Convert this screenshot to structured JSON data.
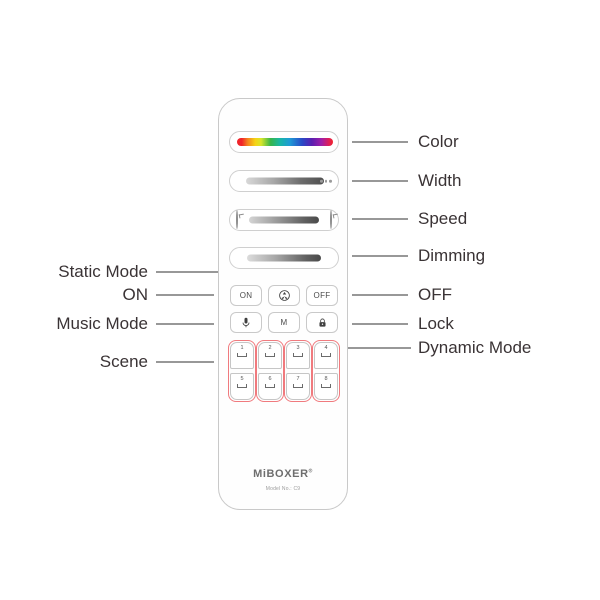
{
  "device": {
    "brand": "MiBOXER",
    "brand_mark": "®",
    "model_text": "Model No.: C9"
  },
  "sliders": [
    {
      "name": "color",
      "label": "Color",
      "left_icon": "none",
      "right_icon": "none"
    },
    {
      "name": "width",
      "label": "Width",
      "left_icon": "dot-icon",
      "right_icon": "three-dots-icon"
    },
    {
      "name": "speed",
      "label": "Speed",
      "left_icon": "slow-speed-icon",
      "right_icon": "fast-speed-icon"
    },
    {
      "name": "dimming",
      "label": "Dimming",
      "left_icon": "small-dot-icon",
      "right_icon": "brightness-sun-icon"
    }
  ],
  "buttons": {
    "on": {
      "text": "ON",
      "icon": "none"
    },
    "static_mode": {
      "text": "",
      "icon": "static-mode-icon"
    },
    "off": {
      "text": "OFF",
      "icon": "none"
    },
    "music_mode": {
      "text": "",
      "icon": "microphone-icon"
    },
    "dynamic_mode": {
      "text": "M",
      "icon": "none"
    },
    "lock": {
      "text": "",
      "icon": "lock-icon"
    }
  },
  "scene_buttons": {
    "top_row": [
      "1",
      "2",
      "3",
      "4"
    ],
    "bottom_row": [
      "5",
      "6",
      "7",
      "8"
    ],
    "highlight_color": "#f07a7e"
  },
  "callouts": {
    "right": [
      {
        "label": "Color",
        "target": "color-slider"
      },
      {
        "label": "Width",
        "target": "width-slider"
      },
      {
        "label": "Speed",
        "target": "speed-slider"
      },
      {
        "label": "Dimming",
        "target": "dimming-slider"
      },
      {
        "label": "OFF",
        "target": "off-button"
      },
      {
        "label": "Lock",
        "target": "lock-button"
      },
      {
        "label": "Dynamic Mode",
        "target": "dynamic-mode-button"
      }
    ],
    "left": [
      {
        "label": "Static Mode",
        "target": "static-mode-button"
      },
      {
        "label": "ON",
        "target": "on-button"
      },
      {
        "label": "Music Mode",
        "target": "music-mode-button"
      },
      {
        "label": "Scene",
        "target": "scene-buttons"
      }
    ]
  },
  "colors": {
    "line": "#5a5a5a",
    "outline": "#c9c9c9",
    "text": "#3a3335",
    "scene_highlight": "#f07a7e"
  }
}
